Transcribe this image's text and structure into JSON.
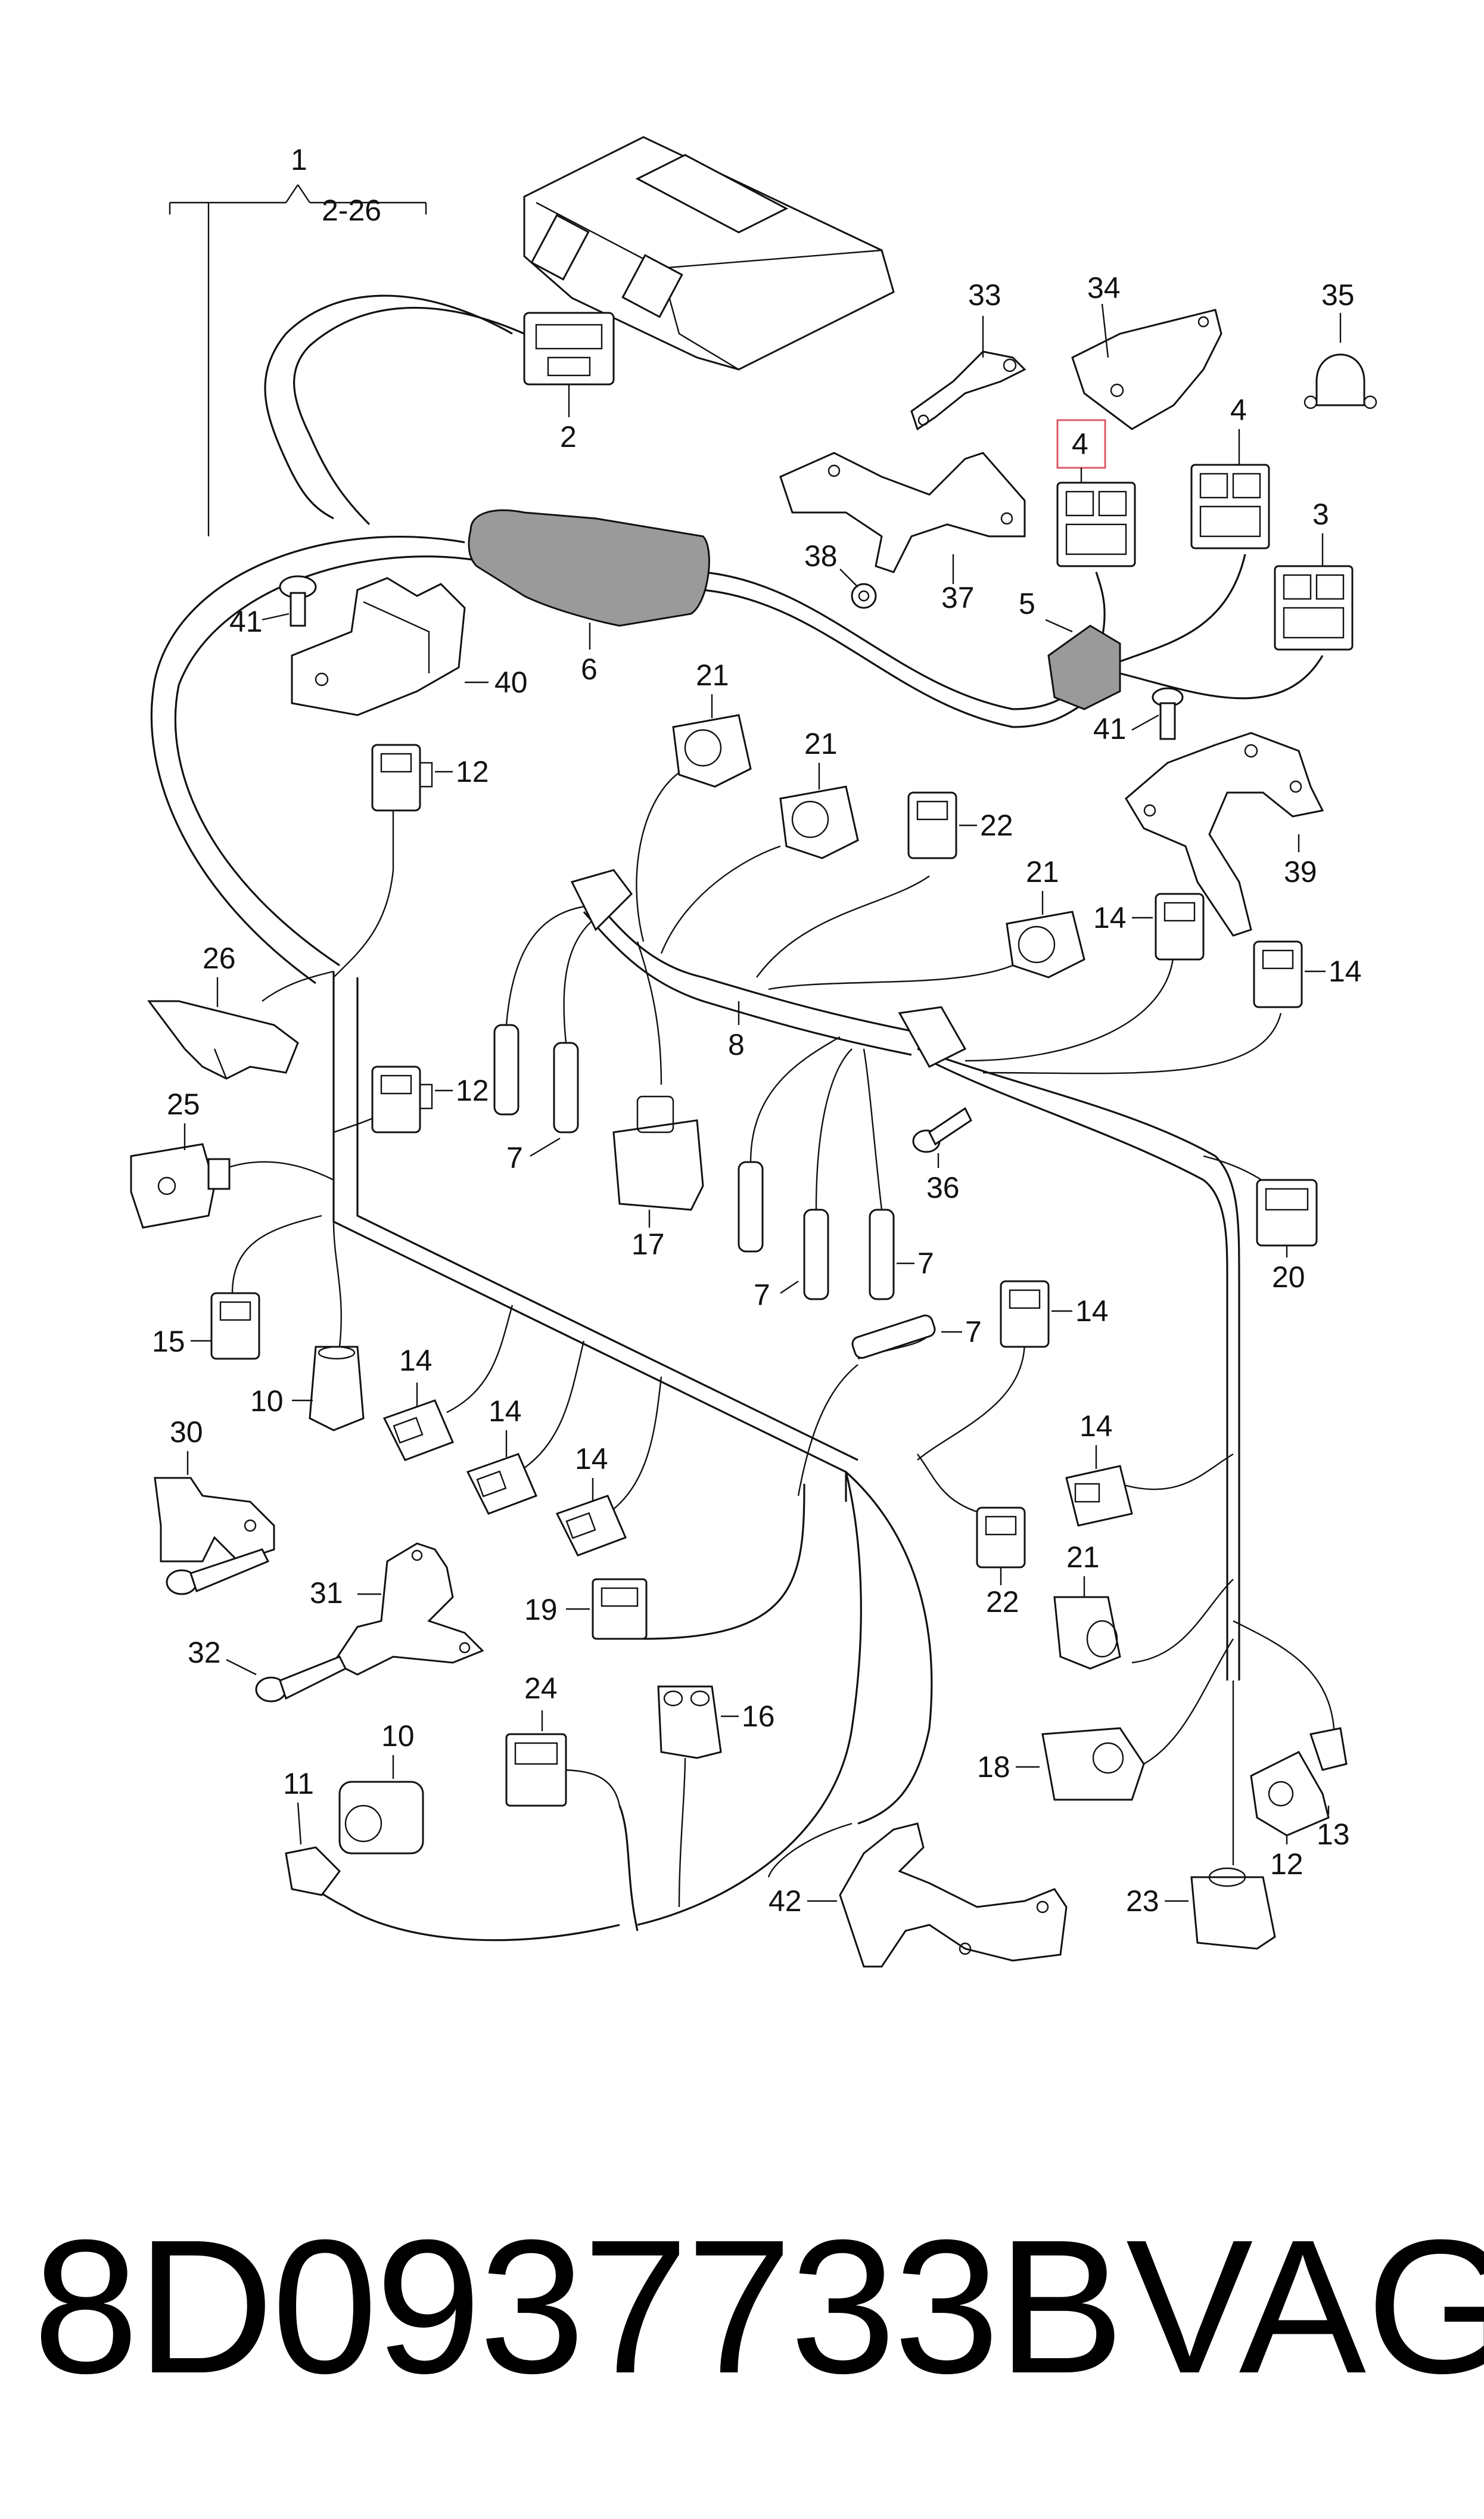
{
  "diagram": {
    "callouts": {
      "c1": "1",
      "c2_26": "2-26",
      "c2": "2",
      "c3": "3",
      "c4a": "4",
      "c4b": "4",
      "c5": "5",
      "c6": "6",
      "c7a": "7",
      "c7b": "7",
      "c7c": "7",
      "c7d": "7",
      "c8": "8",
      "c10a": "10",
      "c10b": "10",
      "c11": "11",
      "c12a": "12",
      "c12b": "12",
      "c12c": "12",
      "c13": "13",
      "c14a": "14",
      "c14b": "14",
      "c14c": "14",
      "c14d": "14",
      "c14e": "14",
      "c14f": "14",
      "c14g": "14",
      "c15": "15",
      "c16": "16",
      "c17": "17",
      "c18": "18",
      "c19": "19",
      "c20": "20",
      "c21a": "21",
      "c21b": "21",
      "c21c": "21",
      "c21d": "21",
      "c22a": "22",
      "c22b": "22",
      "c23": "23",
      "c24": "24",
      "c25": "25",
      "c26": "26",
      "c30": "30",
      "c31": "31",
      "c32": "32",
      "c33": "33",
      "c34": "34",
      "c35": "35",
      "c36": "36",
      "c37": "37",
      "c38": "38",
      "c39": "39",
      "c40": "40",
      "c41a": "41",
      "c41b": "41",
      "c42": "42"
    },
    "highlighted_callout": "4",
    "highlight_color": "#e05a6a"
  },
  "footer": {
    "part_number": "8D0937733B",
    "brand": "VAG"
  }
}
